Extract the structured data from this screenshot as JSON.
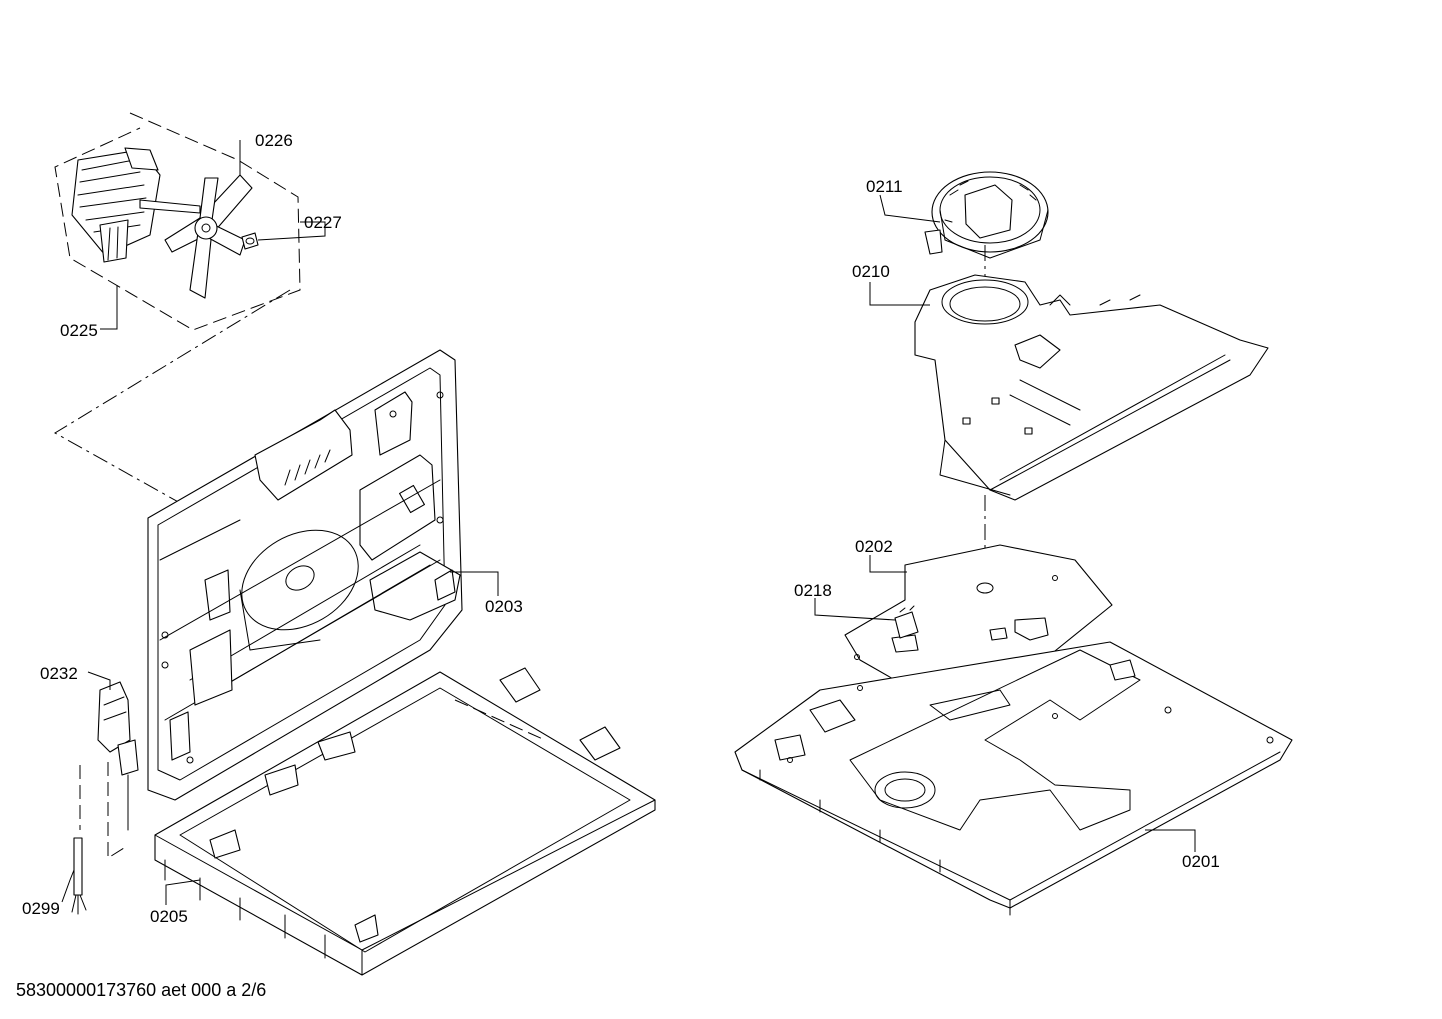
{
  "parts": [
    {
      "id": "p0226",
      "number": "0226"
    },
    {
      "id": "p0227",
      "number": "0227"
    },
    {
      "id": "p0225",
      "number": "0225"
    },
    {
      "id": "p0211",
      "number": "0211"
    },
    {
      "id": "p0210",
      "number": "0210"
    },
    {
      "id": "p0203",
      "number": "0203"
    },
    {
      "id": "p0202",
      "number": "0202"
    },
    {
      "id": "p0218",
      "number": "0218"
    },
    {
      "id": "p0232",
      "number": "0232"
    },
    {
      "id": "p0201",
      "number": "0201"
    },
    {
      "id": "p0299",
      "number": "0299"
    },
    {
      "id": "p0205",
      "number": "0205"
    }
  ],
  "footer": {
    "document_code": "58300000173760 aet 000 a 2/6"
  }
}
